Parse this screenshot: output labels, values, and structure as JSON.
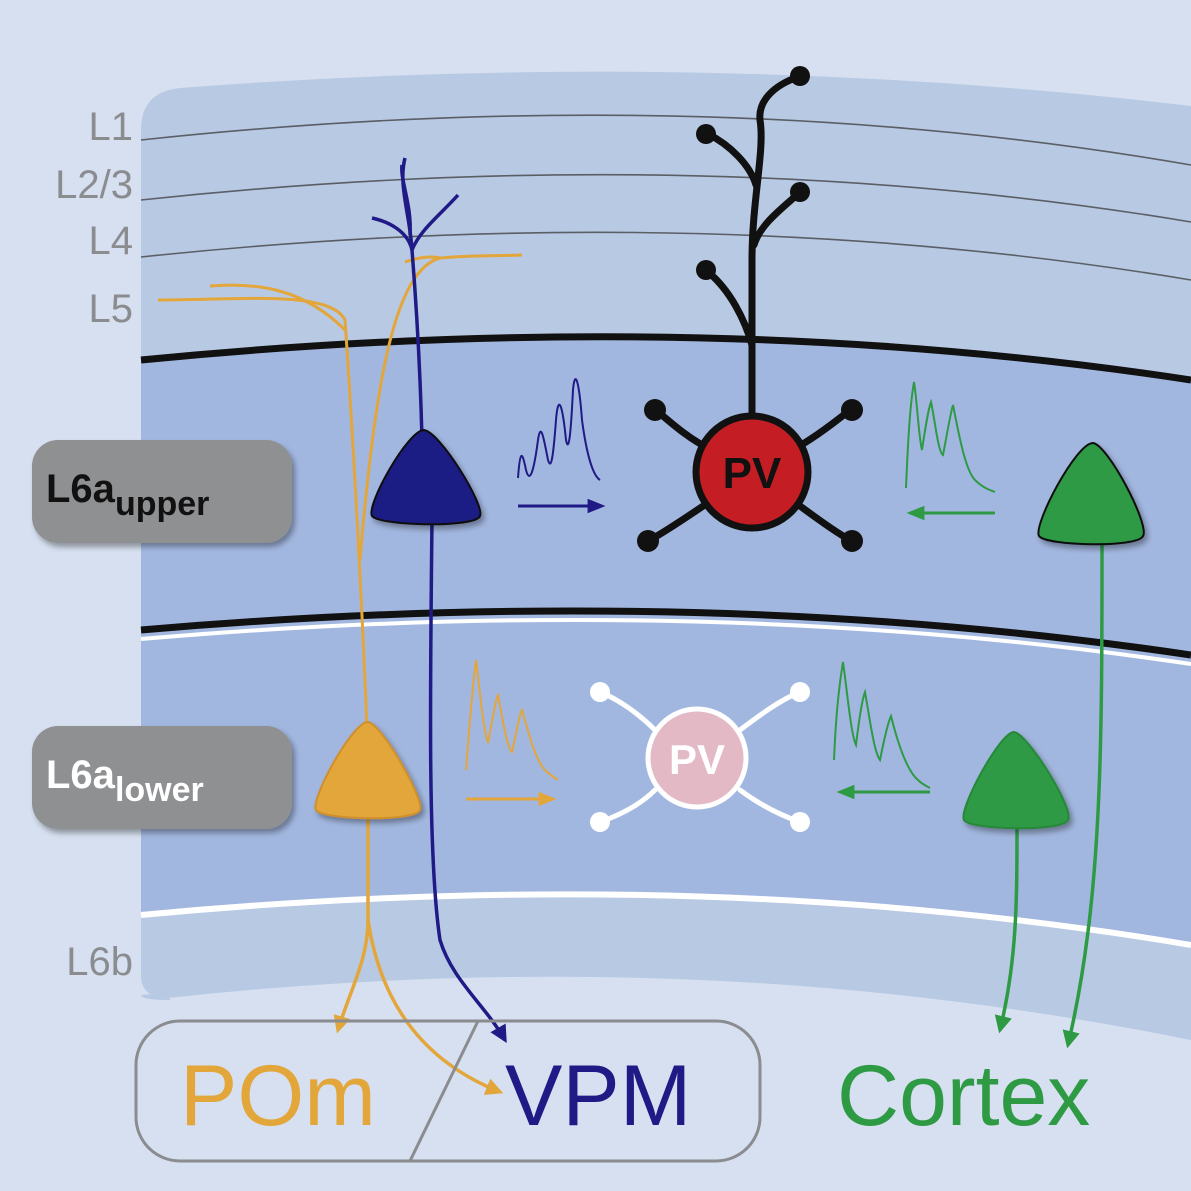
{
  "layers": {
    "l1": "L1",
    "l23": "L2/3",
    "l4": "L4",
    "l5": "L5",
    "l6b": "L6b"
  },
  "badges": {
    "upper": {
      "main": "L6a",
      "sub": "upper"
    },
    "lower": {
      "main": "L6a",
      "sub": "lower"
    }
  },
  "pv": {
    "upper": "PV",
    "lower": "PV"
  },
  "targets": {
    "pom": "POm",
    "vpm": "VPM",
    "cortex": "Cortex"
  },
  "colors": {
    "background": "#d6e0f0",
    "upper_layers": "#b8c9e3",
    "l6a": "#a2b7e0",
    "l6b": "#b8c9e3",
    "vpm_neuron": "#1f1a85",
    "pom_neuron": "#e2a63b",
    "cortex_neuron": "#2e9a44",
    "pv_active": "#c41e24",
    "pv_inactive": "#e4b9c6",
    "badge": "#8f9092"
  },
  "icons": [
    "triangle-neuron-icon",
    "pv-interneuron-icon",
    "epsp-trace-icon",
    "arrow-icon"
  ]
}
